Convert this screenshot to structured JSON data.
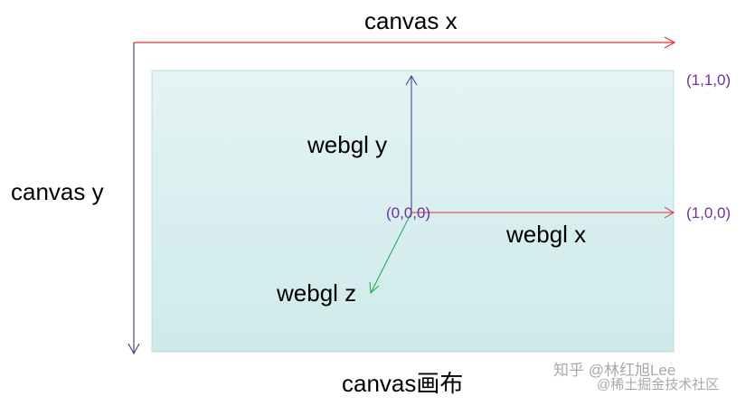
{
  "labels": {
    "canvas_x": "canvas x",
    "canvas_y": "canvas y",
    "canvas_caption": "canvas画布",
    "webgl_x": "webgl x",
    "webgl_y": "webgl y",
    "webgl_z": "webgl z"
  },
  "coordinates": {
    "origin": "(0,0,0)",
    "x_end": "(1,0,0)",
    "corner": "(1,1,0)"
  },
  "watermark": {
    "line1": "知乎 @林红旭Lee",
    "line2": "@稀土掘金技术社区"
  },
  "colors": {
    "canvas_axis": "#e03030",
    "canvas_y_axis": "#4a4a8a",
    "webgl_x_axis": "#e03030",
    "webgl_y_axis": "#3a3a8a",
    "webgl_z_axis": "#1aa84a",
    "canvas_fill_top": "#e4f4f4",
    "canvas_fill_bottom": "#cfeaea",
    "coordinate_text": "#7030a0",
    "watermark_text": "#9a9a9a"
  }
}
